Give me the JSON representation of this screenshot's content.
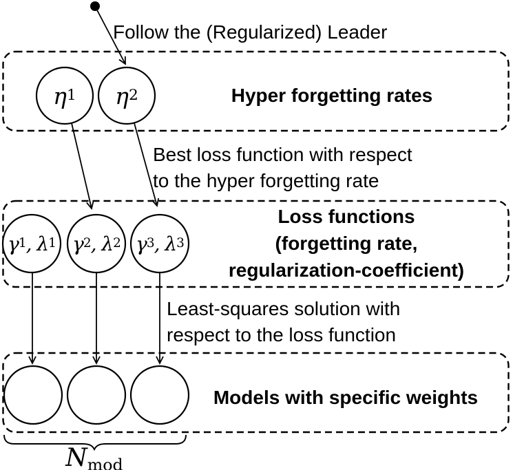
{
  "colors": {
    "ink": "#000000",
    "paper": "#ffffff"
  },
  "top": {
    "label": "Follow the (Regularized) Leader"
  },
  "hyper_box": {
    "title": "Hyper forgetting rates",
    "nodes": [
      {
        "main": "η",
        "sub": "1"
      },
      {
        "main": "η",
        "sub": "2"
      }
    ]
  },
  "edge_hyper_to_loss": {
    "line1": "Best loss function with respect",
    "line2": "to the hyper forgetting rate"
  },
  "loss_box": {
    "title_line1": "Loss functions",
    "title_line2": "(forgetting rate,",
    "title_line3": "regularization-coefficient)",
    "nodes": [
      {
        "p1": "γ",
        "s1": "1",
        "p2": ", λ",
        "s2": "1"
      },
      {
        "p1": "γ",
        "s1": "2",
        "p2": ", λ",
        "s2": "2"
      },
      {
        "p1": "γ",
        "s1": "3",
        "p2": ", λ",
        "s2": "3"
      }
    ]
  },
  "edge_loss_to_models": {
    "line1": "Least-squares solution with",
    "line2": "respect to the loss function"
  },
  "models_box": {
    "title": "Models with specific weights"
  },
  "brace_label": {
    "main": "N",
    "sub": "mod"
  }
}
